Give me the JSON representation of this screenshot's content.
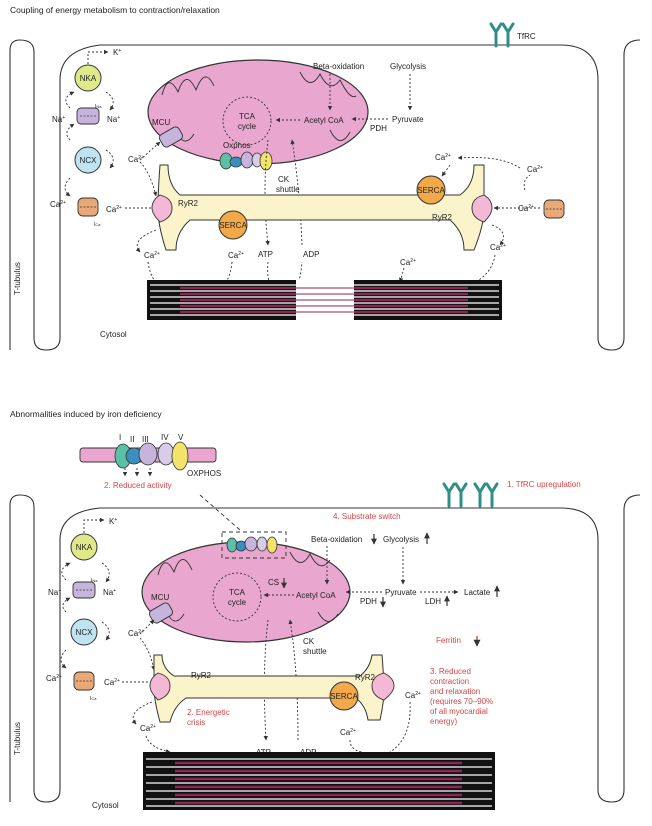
{
  "titles": {
    "top": "Coupling of energy metabolism to contraction/relaxation",
    "bottom": "Abnormalities induced by iron deficiency"
  },
  "labels": {
    "tfrc": "TfRC",
    "nka": "NKA",
    "ncx": "NCX",
    "mcu": "MCU",
    "tca_line1": "TCA",
    "tca_line2": "cycle",
    "oxphos": "Oxphos",
    "oxphos_caps": "OXPHOS",
    "beta_ox": "Beta-oxidation",
    "glycolysis": "Glycolysis",
    "acetyl_coa": "Acetyl CoA",
    "acetyl_coa_b": "Acetyl CoA",
    "pyruvate": "Pyruvate",
    "pdh": "PDH",
    "ck_line1": "CK",
    "ck_line2": "shuttle",
    "ryr2": "RyR2",
    "serca": "SERCA",
    "atp": "ATP",
    "adp": "ADP",
    "ca": "Ca",
    "ca_sup": "2+",
    "na": "Na",
    "k": "K",
    "plus": "+",
    "i": "I",
    "na_sub": "Na",
    "ca_sub": "Ca",
    "t_tubulus": "T-tubulus",
    "cytosol": "Cytosol",
    "cs": "CS",
    "lactate": "Lactate",
    "ldh": "LDH",
    "ferritin": "Ferritin",
    "complexes": [
      "I",
      "II",
      "III",
      "IV",
      "V"
    ]
  },
  "annotations": {
    "tfrc_up": "1. TfRC upregulation",
    "reduced_activity": "2. Reduced activity",
    "energetic_1": "2. Energetic",
    "energetic_2": "crisis",
    "substrate_switch": "4. Substrate switch",
    "reduced_1": "3. Reduced",
    "reduced_2": "contraction",
    "reduced_3": "and relaxation",
    "reduced_4": "(requires 70–90%",
    "reduced_5": "of all myocardial",
    "reduced_6": "energy)"
  },
  "colors": {
    "mito": "#e9a6cf",
    "sr": "#fbf3c9",
    "ryr2": "#f2b8d6",
    "serca": "#f1a94a",
    "nka": "#dfe98a",
    "ncx": "#bfe3f0",
    "channel": "#e8a877",
    "tfrc": "#2f8f87",
    "sarcomere": "#8b2752",
    "red_text": "#d64545"
  }
}
